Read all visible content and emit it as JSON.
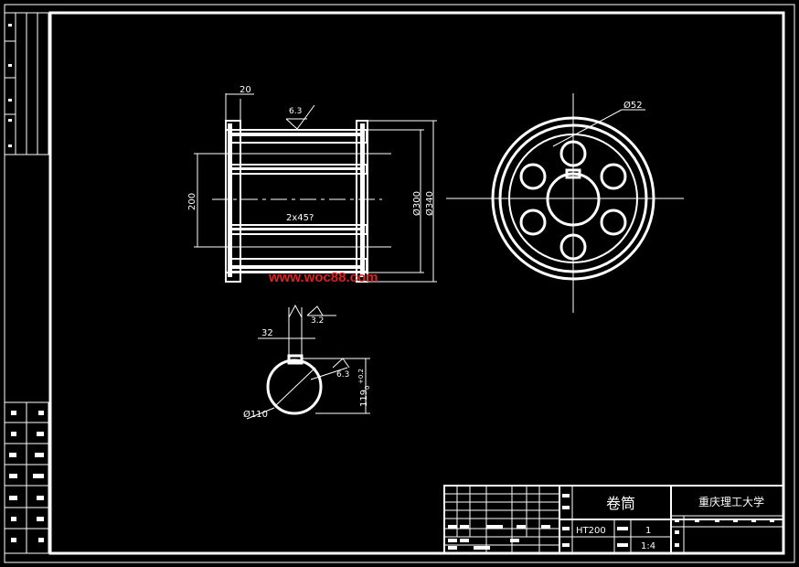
{
  "drawing": {
    "watermark": "www.woc88.com",
    "front_view": {
      "dim_flange": "20",
      "roughness_top": "6.3",
      "dim_bore_length": "200",
      "dim_chamfer": "2x45?",
      "dim_d300": "Ø300",
      "dim_d340": "Ø340"
    },
    "side_view": {
      "dim_hole": "Ø52"
    },
    "section_view": {
      "roughness_key": "3.2",
      "dim_key_width": "32",
      "roughness_bore": "6.3",
      "dim_key_depth": "119",
      "dim_tolerance": "+0.2",
      "dim_tolerance_low": "0",
      "dim_bore": "Ø110"
    },
    "title_block": {
      "part_name": "卷筒",
      "school": "重庆理工大学",
      "material": "HT200",
      "quantity": "1",
      "scale": "1:4"
    }
  }
}
